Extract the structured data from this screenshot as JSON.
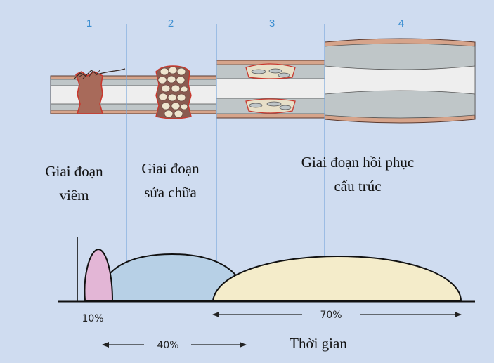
{
  "stages": [
    {
      "number": "1"
    },
    {
      "number": "2"
    },
    {
      "number": "3"
    },
    {
      "number": "4"
    }
  ],
  "phases": {
    "inflammation": [
      "Giai đoạn",
      "viêm"
    ],
    "repair": [
      "Giai đoạn",
      "sửa chữa"
    ],
    "remodeling": [
      "Giai đoạn hồi phục",
      "cấu trúc"
    ]
  },
  "durations": {
    "inflammation": "10%",
    "repair": "40%",
    "remodeling": "70%"
  },
  "axis": {
    "label": "Thời gian"
  },
  "colors": {
    "background": "#cfdcf0",
    "stage_number": "#3d8fd1",
    "divider": "#7aa8dc",
    "inflammation_fill": "#e3b6d6",
    "repair_fill": "#b7d0e6",
    "remodeling_fill": "#f4ecca",
    "cortex": "#bfc6c8",
    "periosteum": "#d6a48b",
    "marrow": "#eeeeee",
    "hematoma": "#a86a5a",
    "callus": "#8a5b50"
  }
}
